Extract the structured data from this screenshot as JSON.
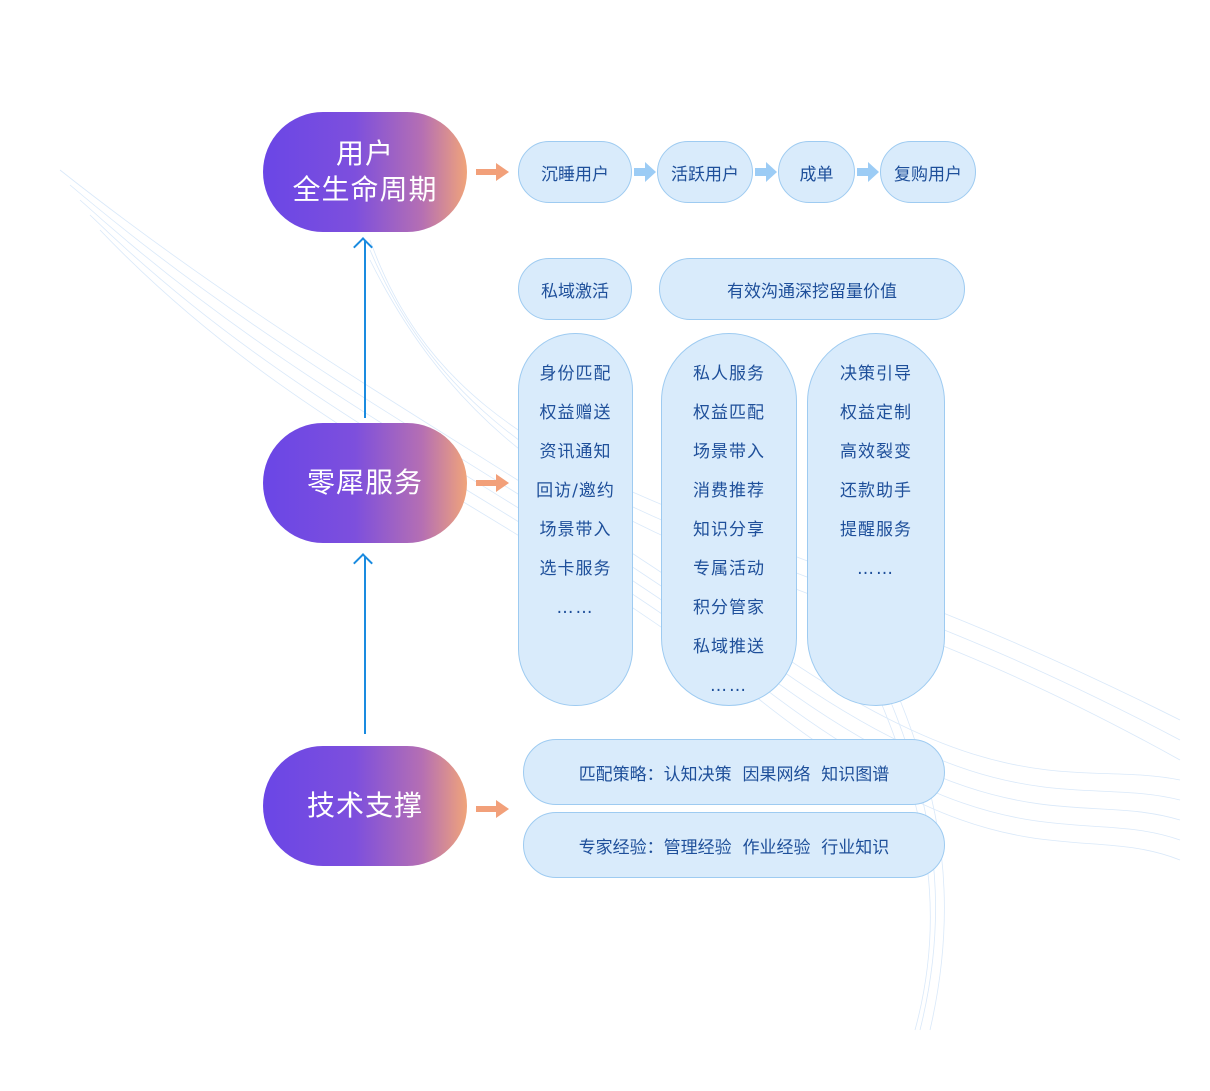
{
  "levels": {
    "lifecycle": {
      "line1": "用户",
      "line2": "全生命周期"
    },
    "service": {
      "label": "零犀服务"
    },
    "tech": {
      "label": "技术支撑"
    }
  },
  "funnel": [
    "沉睡用户",
    "活跃用户",
    "成单",
    "复购用户"
  ],
  "goals": {
    "activation": "私域激活",
    "value": "有效沟通深挖留量价值"
  },
  "columns": [
    {
      "items": [
        "身份匹配",
        "权益赠送",
        "资讯通知",
        "回访/邀约",
        "场景带入",
        "选卡服务"
      ],
      "ellipsis": "……"
    },
    {
      "items": [
        "私人服务",
        "权益匹配",
        "场景带入",
        "消费推荐",
        "知识分享",
        "专属活动",
        "积分管家",
        "私域推送"
      ],
      "ellipsis": "……"
    },
    {
      "items": [
        "决策引导",
        "权益定制",
        "高效裂变",
        "还款助手",
        "提醒服务"
      ],
      "ellipsis": "……"
    }
  ],
  "tech_rows": {
    "strategy": "匹配策略：认知决策  因果网络  知识图谱",
    "expertise": "专家经验：管理经验  作业经验  行业知识"
  },
  "colors": {
    "gradient_start": "#6a46e6",
    "gradient_end": "#f0a47a",
    "pill_fill": "#d9ebfb",
    "pill_border": "#9ecbf1",
    "pill_text": "#1e4f9a",
    "orange_arrow": "#f2a07a",
    "blue_arrow": "#9cccf5",
    "connector": "#1a8be0"
  }
}
